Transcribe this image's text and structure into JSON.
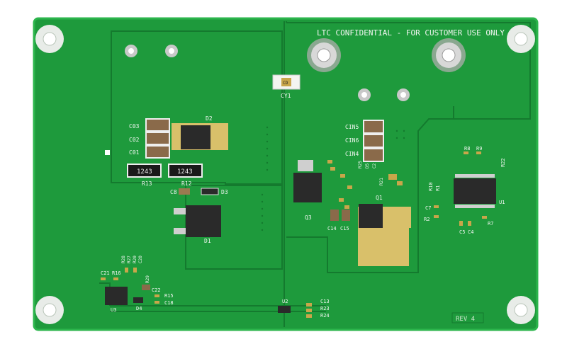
{
  "board": {
    "silkscreen_header": "LTC CONFIDENTIAL - FOR CUSTOMER USE ONLY",
    "revision": "REV 4",
    "colors": {
      "pcb": "#1e9a3c",
      "pcb_dark": "#168232",
      "pcb_edge": "#2cb54c",
      "trace": "#147a2e",
      "silk": "#f2f7f2",
      "pad": "#d9c06a",
      "metal": "#c8c8c8"
    },
    "labels": {
      "co3": "C03",
      "co2": "C02",
      "co1": "C01",
      "d2": "D2",
      "r13": "R13",
      "r12": "R12",
      "r13_value": "1243",
      "r12_value": "1243",
      "c8": "C8",
      "d3": "D3",
      "d1": "D1",
      "cy1": "CY1",
      "cy1_cap": "CD",
      "cin5": "CIN5",
      "cin6": "CIN6",
      "cin4": "CIN4",
      "q3": "Q3",
      "q1": "Q1",
      "c14": "C14",
      "c15": "C15",
      "r25": "R25",
      "d5": "D5",
      "c2x": "C2",
      "r21": "R21",
      "r8": "R8",
      "r9": "R9",
      "r22": "R22",
      "r10": "R10",
      "r1": "R1",
      "u1": "U1",
      "c7": "C7",
      "r2": "R2",
      "c5": "C5",
      "c4": "C4",
      "r7": "R7",
      "c21": "C21",
      "r16": "R16",
      "r28": "R28",
      "r27": "R27",
      "r20": "R20",
      "c20": "C20",
      "r29": "R29",
      "u3": "U3",
      "c22": "C22",
      "r15": "R15",
      "c18": "C18",
      "d4": "D4",
      "u2": "U2",
      "c13": "C13",
      "r23": "R23",
      "r24": "R24"
    }
  }
}
